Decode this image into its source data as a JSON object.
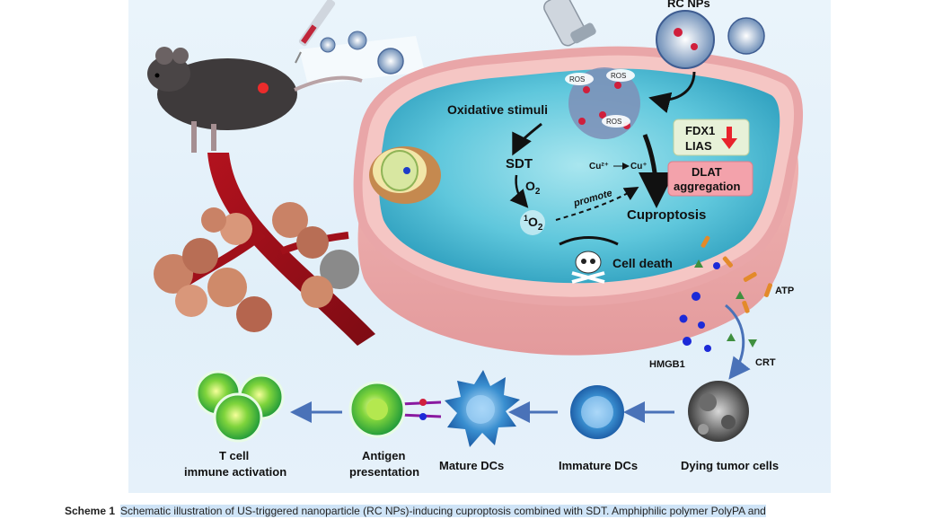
{
  "labels": {
    "nps": "RC NPs",
    "ros": "ROS",
    "oxidative": "Oxidative stimuli",
    "sdt": "SDT",
    "o2": "O",
    "o2_sub": "2",
    "singlet_sup": "1",
    "singlet": "O",
    "singlet_sub": "2",
    "promote": "promote",
    "cu2": "Cu²⁺",
    "cu1": "Cu⁺",
    "fdx1": "FDX1",
    "lias": "LIAS",
    "dlat": "DLAT",
    "aggregation": "aggregation",
    "cuproptosis": "Cuproptosis",
    "cell_death": "Cell death",
    "atp": "ATP",
    "hmgb1": "HMGB1",
    "crt": "CRT",
    "dying": "Dying tumor cells",
    "immature": "Immature DCs",
    "mature": "Mature DCs",
    "antigen_line1": "Antigen",
    "antigen_line2": "presentation",
    "tcell_line1": "T cell",
    "tcell_line2": "immune activation"
  },
  "caption": {
    "label": "Scheme 1",
    "text": "Schematic illustration of US-triggered nanoparticle (RC NPs)-inducing cuproptosis combined with SDT. Amphiphilic polymer PolyPA and"
  },
  "colors": {
    "cell_border": "#e9a6a8",
    "cytoplasm": "#5fc7dc",
    "arrow_blue": "#4a72b8",
    "down_arrow": "#e8232c",
    "dlat_box": "#f3a2ab",
    "fdx_box": "#e7f1d8",
    "hmgb1_dot": "#1c2ad8",
    "crt_triangle": "#3f8f3f",
    "atp_rod": "#e38a2a"
  }
}
